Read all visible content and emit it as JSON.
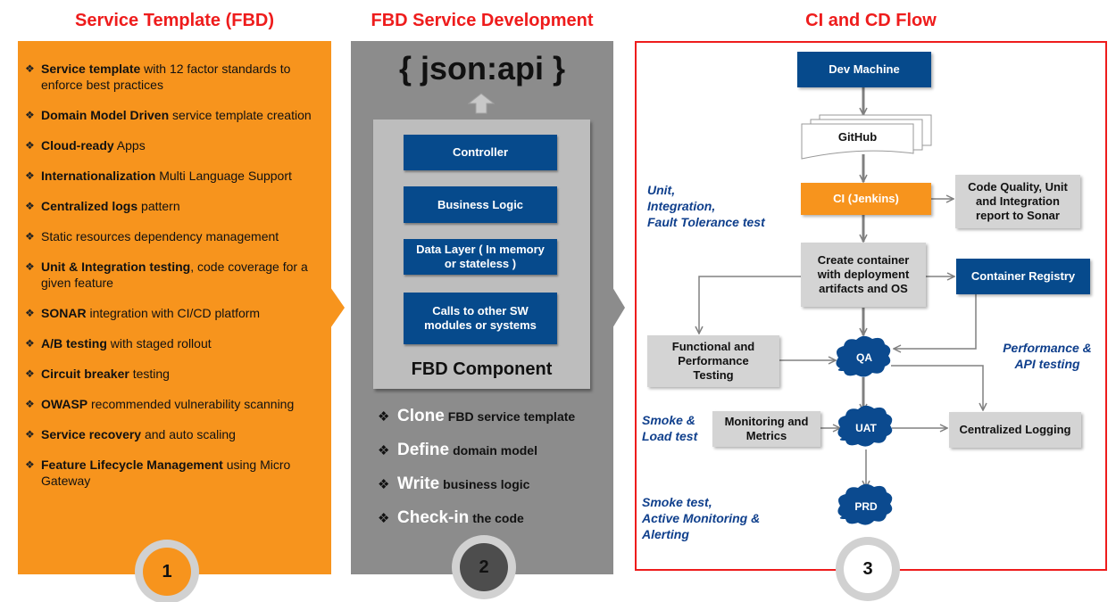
{
  "panel1": {
    "title": "Service Template (FBD)",
    "bullet_glyph": "❖",
    "items": [
      {
        "bold": "Service template",
        "text": " with 12 factor standards to enforce best practices"
      },
      {
        "bold": "Domain Model Driven",
        "text": " service template creation"
      },
      {
        "bold": "Cloud-ready",
        "text": " Apps"
      },
      {
        "bold": "Internationalization",
        "text": " Multi Language Support"
      },
      {
        "bold": "Centralized logs",
        "text": " pattern"
      },
      {
        "bold": "",
        "text": "Static resources dependency management"
      },
      {
        "bold": "Unit & Integration testing",
        "text": ", code coverage for a given feature"
      },
      {
        "bold": "SONAR",
        "text": " integration with CI/CD platform"
      },
      {
        "bold": "A/B testing",
        "text": " with staged rollout"
      },
      {
        "bold": "Circuit breaker",
        "text": " testing"
      },
      {
        "bold": "OWASP",
        "text": " recommended vulnerability scanning"
      },
      {
        "bold": "Service recovery",
        "text": " and auto scaling"
      },
      {
        "bold": "Feature Lifecycle Management",
        "text": " using Micro Gateway"
      }
    ],
    "step_number": "1",
    "color": "#f7941d"
  },
  "panel2": {
    "title": "FBD Service Development",
    "api_label": "{ json:api }",
    "component_label": "FBD Component",
    "layers": [
      "Controller",
      "Business Logic",
      "Data Layer ( In memory or stateless )",
      "Calls to other SW modules or systems"
    ],
    "steps": [
      {
        "verb": "Clone",
        "rest": "FBD service template"
      },
      {
        "verb": "Define",
        "rest": "domain model"
      },
      {
        "verb": "Write",
        "rest": "business logic"
      },
      {
        "verb": "Check-in",
        "rest": "the code"
      }
    ],
    "step_number": "2",
    "color": "#8c8c8c"
  },
  "panel3": {
    "title": "CI and CD Flow",
    "nodes": {
      "dev_machine": "Dev Machine",
      "github": "GitHub",
      "ci_jenkins": "CI (Jenkins)",
      "sonar_report": "Code Quality, Unit and Integration report to Sonar",
      "create_container": "Create container with deployment artifacts and OS",
      "container_registry": "Container Registry",
      "functional_testing": "Functional and Performance Testing",
      "qa": "QA",
      "monitoring": "Monitoring and Metrics",
      "uat": "UAT",
      "centralized_logging": "Centralized Logging",
      "prd": "PRD"
    },
    "notes": {
      "unit_tests": "Unit,\nIntegration,\nFault Tolerance test",
      "performance": "Performance &\nAPI testing",
      "smoke_load": "Smoke &\nLoad test",
      "smoke_monitoring": "Smoke test,\nActive Monitoring &\nAlerting"
    },
    "step_number": "3",
    "border_color": "#ee1c1c",
    "node_blue": "#064a8c"
  }
}
